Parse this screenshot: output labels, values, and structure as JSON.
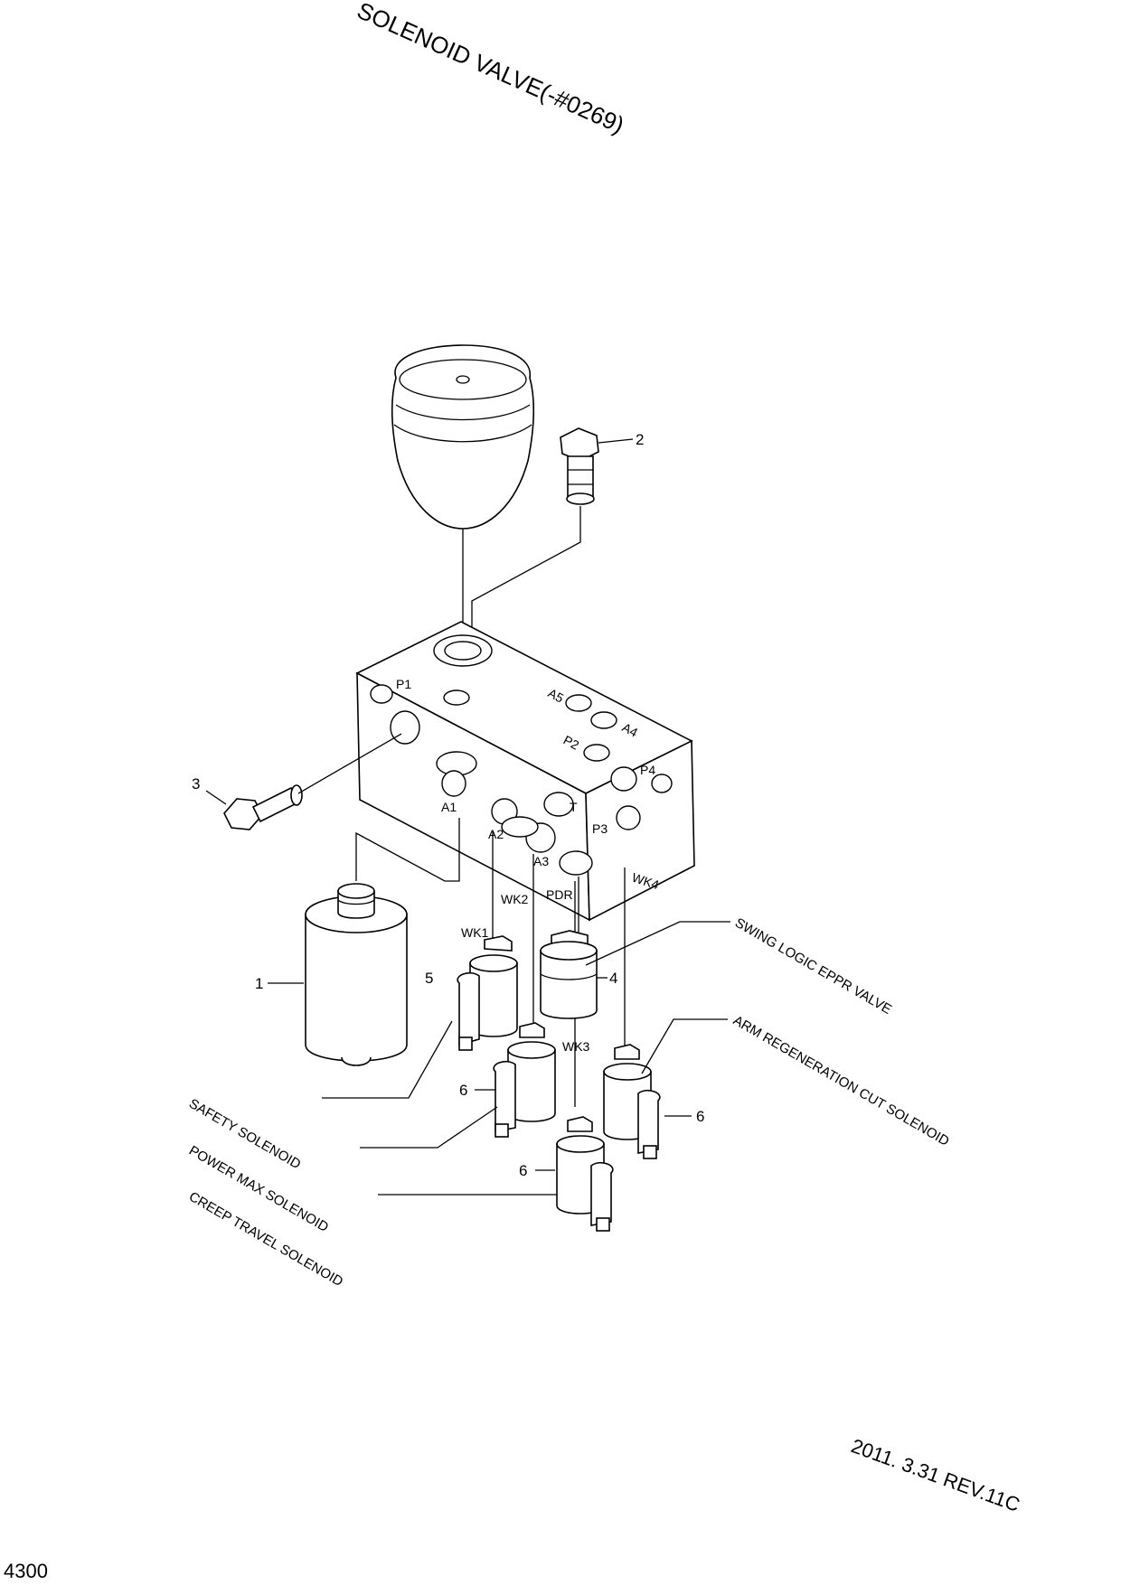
{
  "title": "SOLENOID VALVE(-#0269)",
  "revision": "2011. 3.31  REV.11C",
  "page_number": "4300",
  "item_numbers": {
    "n1": "1",
    "n2": "2",
    "n3": "3",
    "n4": "4",
    "n5": "5",
    "n6a": "6",
    "n6b": "6",
    "n6c": "6"
  },
  "ports": {
    "p1": "P1",
    "a5": "A5",
    "a4": "A4",
    "p2": "P2",
    "p4": "P4",
    "t": "T",
    "p3": "P3",
    "a1": "A1",
    "a2": "A2",
    "a3": "A3"
  },
  "wires": {
    "wk1": "WK1",
    "wk2": "WK2",
    "wk3": "WK3",
    "wk4": "WK4",
    "pdr": "PDR"
  },
  "callouts": {
    "swing_logic": "SWING LOGIC EPPR VALVE",
    "arm_regen": "ARM REGENERATION CUT SOLENOID",
    "safety": "SAFETY SOLENOID",
    "power_max": "POWER MAX SOLENOID",
    "creep_travel": "CREEP TRAVEL SOLENOID"
  },
  "colors": {
    "ink": "#000000",
    "paper": "#ffffff"
  }
}
